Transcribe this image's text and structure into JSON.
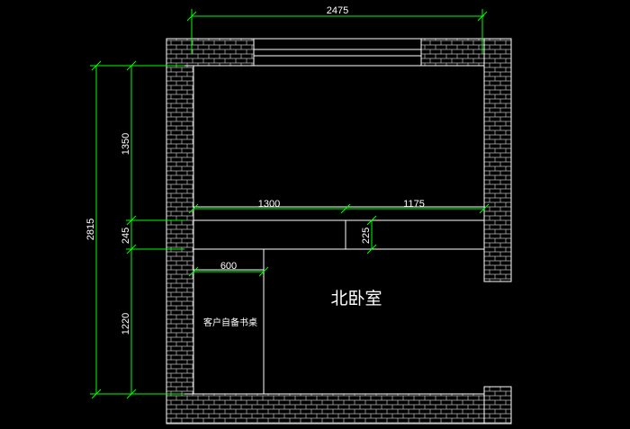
{
  "dimensions": {
    "top_width": "2475",
    "left_total": "2815",
    "left_upper": "1350",
    "left_middle": "245",
    "left_lower": "1220",
    "shelf_left": "1300",
    "shelf_right": "1175",
    "desk_width": "600",
    "shelf_depth": "225"
  },
  "labels": {
    "room_name": "北卧室",
    "desk_note": "客户自备书桌"
  },
  "colors": {
    "background": "#000000",
    "lines": "#ffffff",
    "dimension": "#00ff00",
    "wall_hatch": "#ffffff"
  }
}
